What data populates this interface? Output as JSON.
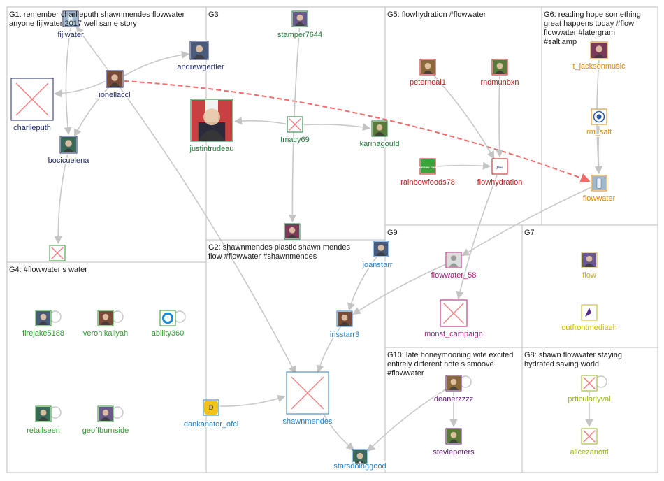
{
  "groups": [
    {
      "id": "G1",
      "label": "G1: remember charlieputh shawnmendes flowwater anyone fijiwater 2017 well same story"
    },
    {
      "id": "G2",
      "label": "G2: shawnmendes plastic shawn mendes flow #flowwater #shawnmendes"
    },
    {
      "id": "G3",
      "label": "G3"
    },
    {
      "id": "G4",
      "label": "G4: #flowwater s water"
    },
    {
      "id": "G5",
      "label": "G5: flowhydration #flowwater"
    },
    {
      "id": "G6",
      "label": "G6: reading hope something great happens today #flow flowwater #latergram #saltlamp"
    },
    {
      "id": "G7",
      "label": "G7"
    },
    {
      "id": "G8",
      "label": "G8: shawn flowwater staying hydrated saving world"
    },
    {
      "id": "G9",
      "label": "G9"
    },
    {
      "id": "G10",
      "label": "G10: late honeymooning wife excited entirely different note s smoove #flowwater"
    }
  ],
  "group_colors": {
    "G1": "#1f2a6b",
    "G2": "#2a7fc4",
    "G3": "#1e7a3a",
    "G4": "#2e9a2e",
    "G5": "#b81c1c",
    "G6": "#d98a10",
    "G7": "#c8b410",
    "G8": "#9ab51e",
    "G9": "#b0187a",
    "G10": "#5a1a6a"
  },
  "nodes": [
    {
      "id": "fijiwater",
      "group": "G1",
      "icon": "water-bottle-avatar"
    },
    {
      "id": "andrewgertler",
      "group": "G1",
      "icon": "portrait-avatar"
    },
    {
      "id": "ionellaccl",
      "group": "G1",
      "icon": "portrait-avatar"
    },
    {
      "id": "charlieputh",
      "group": "G1",
      "icon": "missing-image-icon"
    },
    {
      "id": "bocicuelena",
      "group": "G1",
      "icon": "portrait-avatar"
    },
    {
      "id": "stamper7644",
      "group": "G3",
      "icon": "portrait-avatar"
    },
    {
      "id": "justintrudeau",
      "group": "G3",
      "icon": "portrait-avatar"
    },
    {
      "id": "tmacy69",
      "group": "G3",
      "icon": "missing-image-icon"
    },
    {
      "id": "karinagould",
      "group": "G3",
      "icon": "portrait-avatar"
    },
    {
      "id": "g3-bottom-node",
      "group": "G3",
      "icon": "portrait-avatar"
    },
    {
      "id": "g4-top-node",
      "group": "G4",
      "icon": "missing-image-icon"
    },
    {
      "id": "firejake5188",
      "group": "G4",
      "icon": "portrait-avatar"
    },
    {
      "id": "veronikaliyah",
      "group": "G4",
      "icon": "portrait-avatar"
    },
    {
      "id": "ability360",
      "group": "G4",
      "icon": "logo-avatar"
    },
    {
      "id": "retailseen",
      "group": "G4",
      "icon": "portrait-avatar"
    },
    {
      "id": "geoffburnside",
      "group": "G4",
      "icon": "portrait-avatar"
    },
    {
      "id": "peterneal1",
      "group": "G5",
      "icon": "portrait-avatar"
    },
    {
      "id": "rndmunbxn",
      "group": "G5",
      "icon": "portrait-avatar"
    },
    {
      "id": "rainbowfoods78",
      "group": "G5",
      "icon": "logo-avatar",
      "logo_text": "rainbow foods"
    },
    {
      "id": "flowhydration",
      "group": "G5",
      "icon": "logo-avatar",
      "logo_text": "flow"
    },
    {
      "id": "t_jacksonmusic",
      "group": "G6",
      "icon": "portrait-avatar"
    },
    {
      "id": "rm_salt",
      "group": "G6",
      "icon": "logo-avatar"
    },
    {
      "id": "flowwater",
      "group": "G6",
      "icon": "water-bottle-avatar"
    },
    {
      "id": "joanstarr",
      "group": "G2",
      "icon": "portrait-avatar"
    },
    {
      "id": "irisstarr3",
      "group": "G2",
      "icon": "portrait-avatar"
    },
    {
      "id": "shawnmendes",
      "group": "G2",
      "icon": "missing-image-icon"
    },
    {
      "id": "dankanator_ofcl",
      "group": "G2",
      "icon": "logo-avatar",
      "logo_text": "D"
    },
    {
      "id": "starsdoinggood",
      "group": "G2",
      "icon": "portrait-avatar"
    },
    {
      "id": "flowwater_58",
      "group": "G9",
      "icon": "default-user-icon"
    },
    {
      "id": "monst_campaign",
      "group": "G9",
      "icon": "missing-image-icon"
    },
    {
      "id": "flow",
      "group": "G7",
      "icon": "portrait-avatar"
    },
    {
      "id": "outfrontmediaeh",
      "group": "G7",
      "icon": "logo-avatar"
    },
    {
      "id": "deanerzzzz",
      "group": "G10",
      "icon": "portrait-avatar"
    },
    {
      "id": "steviepeters",
      "group": "G10",
      "icon": "portrait-avatar"
    },
    {
      "id": "prticularlyval",
      "group": "G8",
      "icon": "missing-image-icon"
    },
    {
      "id": "alicezanotti",
      "group": "G8",
      "icon": "missing-image-icon"
    }
  ],
  "edges": [
    {
      "source": "ionellaccl",
      "target": "fijiwater",
      "style": "solid"
    },
    {
      "source": "ionellaccl",
      "target": "andrewgertler",
      "style": "solid"
    },
    {
      "source": "ionellaccl",
      "target": "charlieputh",
      "style": "solid"
    },
    {
      "source": "ionellaccl",
      "target": "bocicuelena",
      "style": "solid"
    },
    {
      "source": "fijiwater",
      "target": "bocicuelena",
      "style": "solid"
    },
    {
      "source": "bocicuelena",
      "target": "g4-top-node",
      "style": "solid"
    },
    {
      "source": "ionellaccl",
      "target": "shawnmendes",
      "style": "solid"
    },
    {
      "source": "ionellaccl",
      "target": "flowwater",
      "style": "dashed"
    },
    {
      "source": "stamper7644",
      "target": "g3-bottom-node",
      "style": "solid"
    },
    {
      "source": "tmacy69",
      "target": "justintrudeau",
      "style": "solid"
    },
    {
      "source": "tmacy69",
      "target": "karinagould",
      "style": "solid"
    },
    {
      "source": "peterneal1",
      "target": "flowhydration",
      "style": "solid"
    },
    {
      "source": "rndmunbxn",
      "target": "flowhydration",
      "style": "solid"
    },
    {
      "source": "rainbowfoods78",
      "target": "flowhydration",
      "style": "solid"
    },
    {
      "source": "flowhydration",
      "target": "monst_campaign",
      "style": "solid"
    },
    {
      "source": "t_jacksonmusic",
      "target": "flowwater",
      "style": "solid"
    },
    {
      "source": "rm_salt",
      "target": "flowwater",
      "style": "solid"
    },
    {
      "source": "flowwater",
      "target": "flowwater_58",
      "style": "solid"
    },
    {
      "source": "joanstarr",
      "target": "irisstarr3",
      "style": "solid"
    },
    {
      "source": "flowwater_58",
      "target": "irisstarr3",
      "style": "solid"
    },
    {
      "source": "irisstarr3",
      "target": "shawnmendes",
      "style": "solid"
    },
    {
      "source": "dankanator_ofcl",
      "target": "shawnmendes",
      "style": "solid"
    },
    {
      "source": "shawnmendes",
      "target": "starsdoinggood",
      "style": "solid"
    },
    {
      "source": "deanerzzzz",
      "target": "steviepeters",
      "style": "solid"
    },
    {
      "source": "deanerzzzz",
      "target": "starsdoinggood",
      "style": "solid"
    },
    {
      "source": "prticularlyval",
      "target": "alicezanotti",
      "style": "solid"
    }
  ],
  "self_loops": [
    "firejake5188",
    "veronikaliyah",
    "ability360",
    "retailseen",
    "geoffburnside",
    "deanerzzzz",
    "prticularlyval"
  ]
}
